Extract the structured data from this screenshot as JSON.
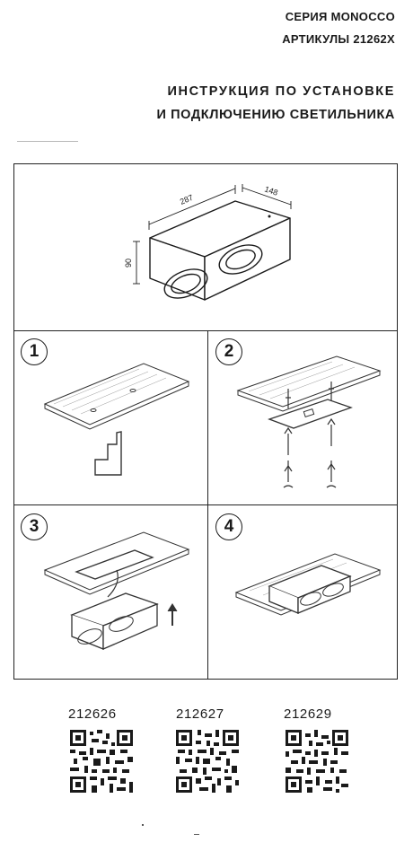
{
  "header": {
    "series": "СЕРИЯ MONOCCO",
    "articles": "АРТИКУЛЫ 21262X",
    "title_line1": "ИНСТРУКЦИЯ ПО УСТАНОВКЕ",
    "title_line2": "И ПОДКЛЮЧЕНИЮ СВЕТИЛЬНИКА"
  },
  "dimensions": {
    "length": "287",
    "width": "148",
    "height": "90"
  },
  "steps": [
    {
      "number": "1"
    },
    {
      "number": "2"
    },
    {
      "number": "3"
    },
    {
      "number": "4"
    }
  ],
  "articles_list": [
    {
      "code": "212626"
    },
    {
      "code": "212627"
    },
    {
      "code": "212629"
    }
  ],
  "icons": [
    "ceiling-plate",
    "mounting-bracket",
    "screw",
    "wall-plug",
    "luminaire",
    "up-arrow",
    "qr-code"
  ]
}
